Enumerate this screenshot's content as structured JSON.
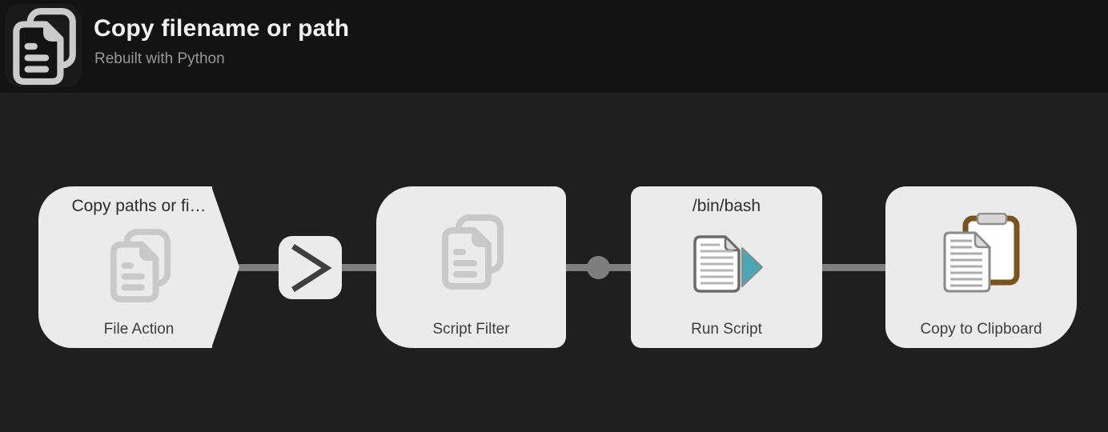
{
  "header": {
    "title": "Copy filename or path",
    "subtitle": "Rebuilt with Python",
    "icon": "copy-documents-icon"
  },
  "canvas": {
    "nodes": {
      "file_action": {
        "top_label": "Copy paths or fi…",
        "label": "File Action",
        "icon": "copy-documents-icon",
        "shape": "trigger-arrow"
      },
      "chevron": {
        "icon": "chevron-right-icon"
      },
      "script_filter": {
        "label": "Script Filter",
        "icon": "copy-documents-icon"
      },
      "run_script": {
        "top_label": "/bin/bash",
        "label": "Run Script",
        "icon": "script-run-icon"
      },
      "copy_to_clipboard": {
        "label": "Copy to Clipboard",
        "icon": "clipboard-document-icon"
      }
    },
    "connections": {
      "count": 4,
      "midpoint_dot": true
    }
  },
  "colors": {
    "header_bg": "#131314",
    "canvas_bg": "#1f1f20",
    "node_bg": "#ebebeb",
    "connector": "#7e7e7e",
    "accent_teal": "#4aa8b5",
    "clipboard_brown": "#7a531f",
    "title_text": "#f2f2f2",
    "subtitle_text": "#979797",
    "node_text": "#3e3e3e"
  }
}
